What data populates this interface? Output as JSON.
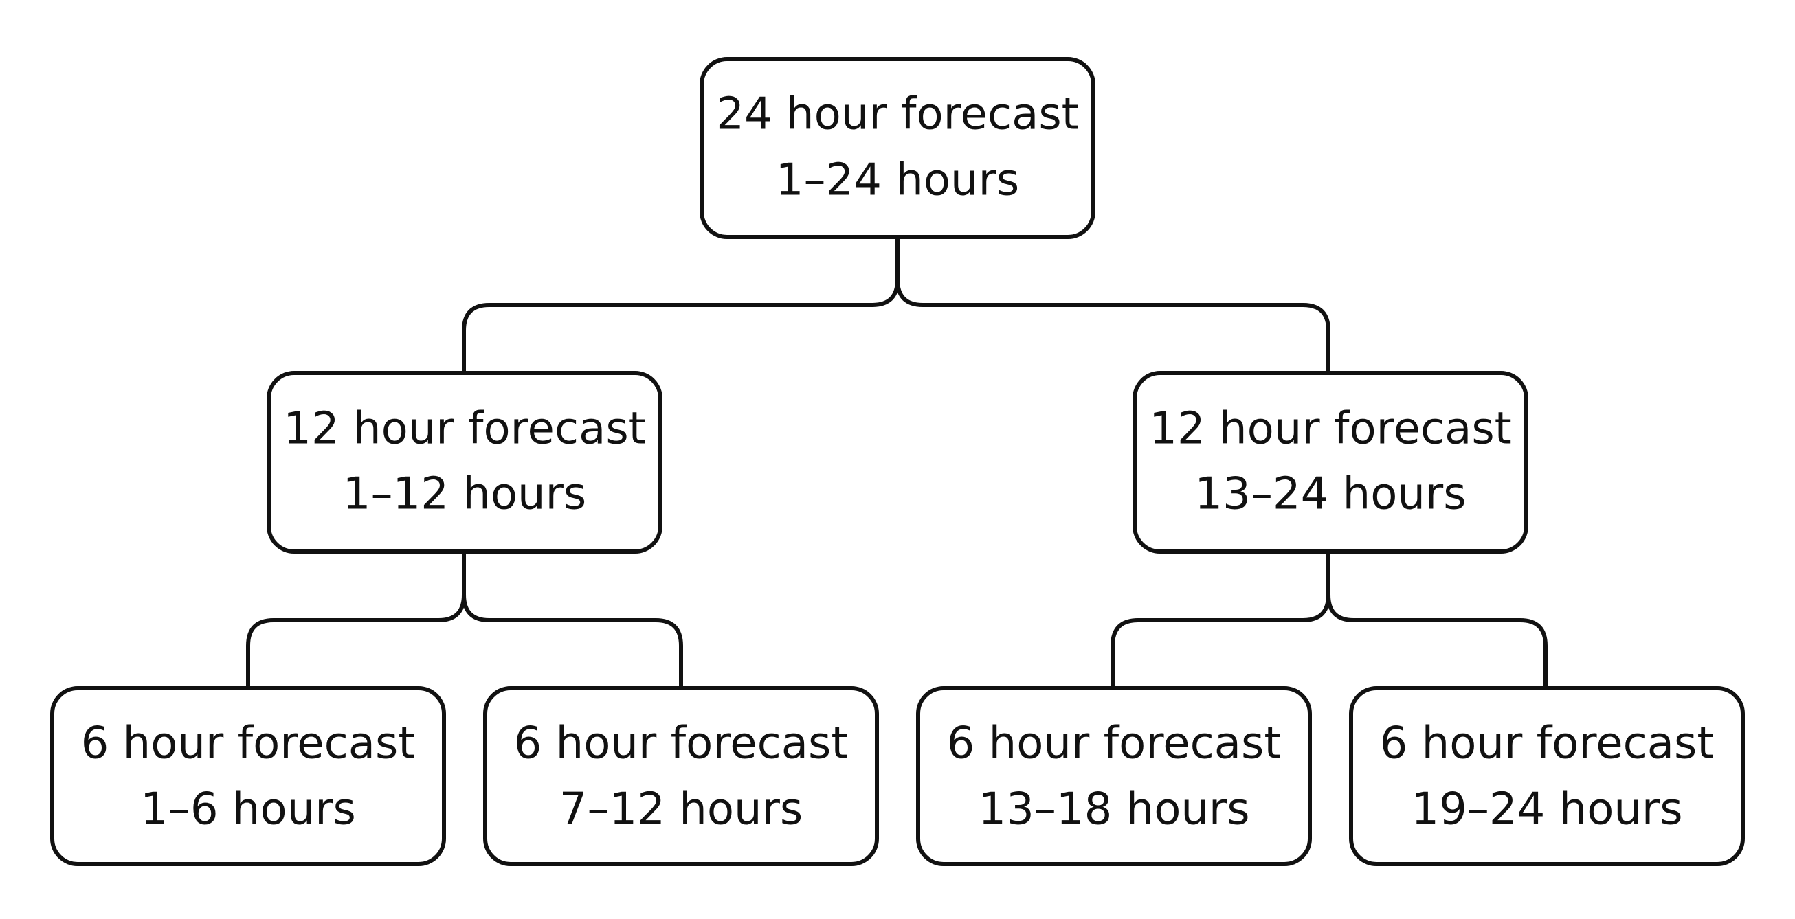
{
  "root": {
    "line1": "24 hour forecast",
    "line2": "1–24 hours"
  },
  "middle": [
    {
      "line1": "12 hour forecast",
      "line2": "1–12 hours"
    },
    {
      "line1": "12 hour forecast",
      "line2": "13–24 hours"
    }
  ],
  "leaves": [
    {
      "line1": "6 hour forecast",
      "line2": "1–6 hours"
    },
    {
      "line1": "6 hour forecast",
      "line2": "7–12 hours"
    },
    {
      "line1": "6 hour forecast",
      "line2": "13–18 hours"
    },
    {
      "line1": "6 hour forecast",
      "line2": "19–24 hours"
    }
  ],
  "colors": {
    "stroke": "#111111",
    "background": "#ffffff"
  }
}
